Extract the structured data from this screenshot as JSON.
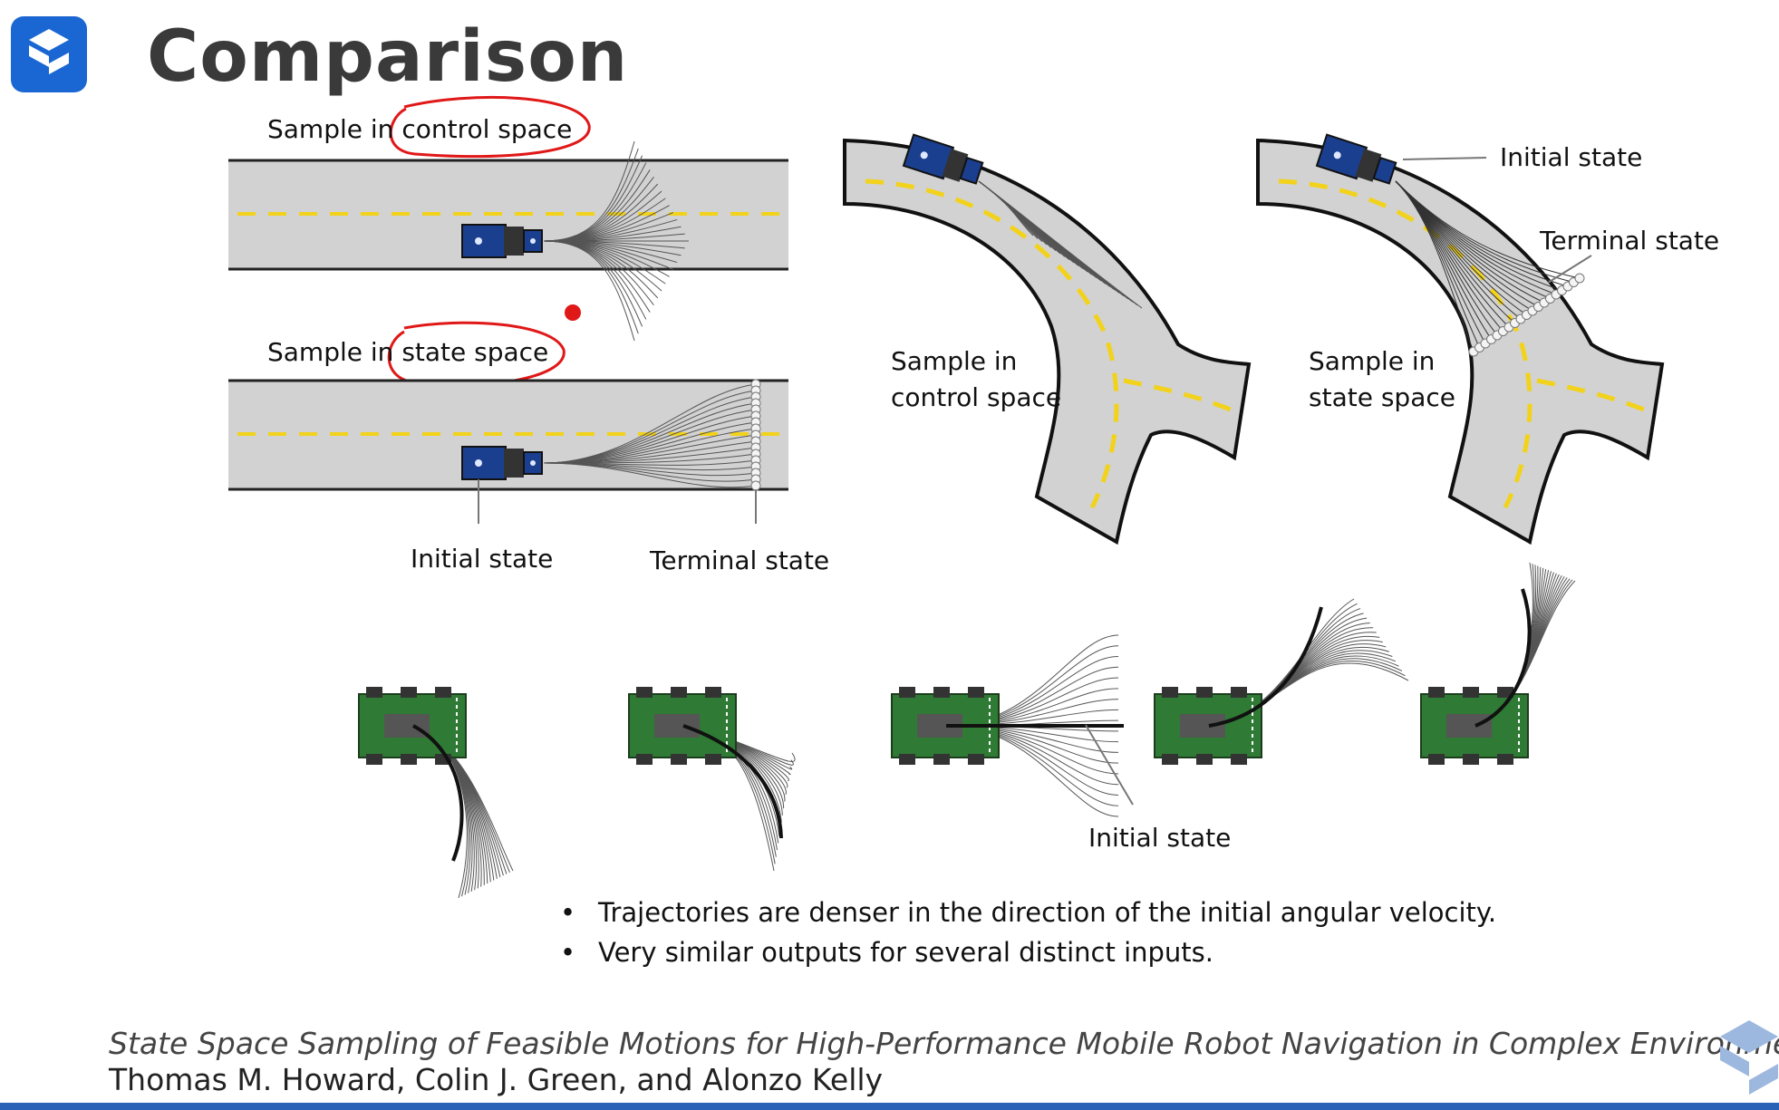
{
  "slide": {
    "title": "Comparison",
    "labels": {
      "top_control": "Sample in control space",
      "top_state": "Sample in state space",
      "initial_state_left": "Initial state",
      "terminal_state_left": "Terminal state",
      "curve_control_line1": "Sample in",
      "curve_control_line2": "control space",
      "curve_state_line1": "Sample in",
      "curve_state_line2": "state space",
      "initial_state_right": "Initial state",
      "terminal_state_right": "Terminal state",
      "initial_state_robots": "Initial state"
    },
    "bullets": [
      "Trajectories are denser in the direction of the initial angular velocity.",
      "Very similar outputs for several distinct inputs."
    ],
    "citation": {
      "paper": "State Space Sampling of Feasible Motions for High-Performance Mobile Robot Navigation in Complex Environments,",
      "authors": "Thomas M. Howard, Colin J. Green, and Alonzo Kelly"
    }
  },
  "colors": {
    "accent_blue": "#1a66d2",
    "road_gray": "#d2d2d2",
    "lane_yellow": "#f2d21a",
    "annotation_red": "#e01818",
    "robot_green": "#2f7a34"
  },
  "icons": [
    "logo-icon",
    "corner-logo-icon",
    "laser-pointer-dot-icon"
  ]
}
